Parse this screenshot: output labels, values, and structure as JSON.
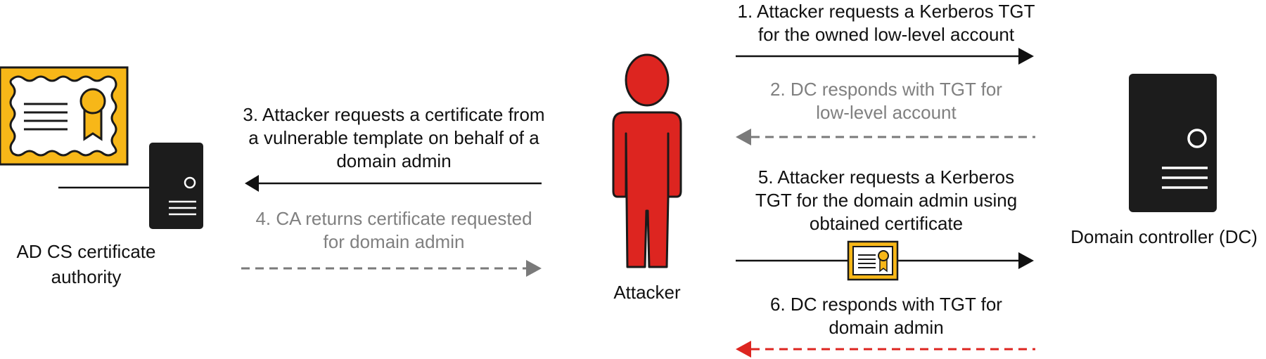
{
  "colors": {
    "dark": "#111111",
    "grey": "#7a7a7a",
    "red": "#dd2520",
    "gold": "#f7b718",
    "server": "#1c1c1c"
  },
  "icons": {
    "ca_certificate": "certificate-icon",
    "ca_server": "server-icon",
    "attacker": "person-icon",
    "dc_server": "server-icon",
    "step5_certificate": "certificate-icon"
  },
  "nodes": {
    "ca_label": [
      "AD CS certificate",
      "authority"
    ],
    "attacker_label": "Attacker",
    "dc_label": "Domain controller (DC)"
  },
  "steps": [
    {
      "id": 1,
      "lines": [
        "1. Attacker requests a Kerberos TGT",
        "for the owned low-level account"
      ],
      "style": "solid",
      "color": "dark",
      "direction": "to-dc"
    },
    {
      "id": 2,
      "lines": [
        "2. DC responds with TGT for",
        "low-level account"
      ],
      "style": "dashed",
      "color": "grey",
      "direction": "to-attacker"
    },
    {
      "id": 3,
      "lines": [
        "3. Attacker requests a certificate from",
        "a vulnerable template on behalf of a",
        "domain admin"
      ],
      "style": "solid",
      "color": "dark",
      "direction": "to-ca"
    },
    {
      "id": 4,
      "lines": [
        "4. CA returns certificate requested",
        "for domain admin"
      ],
      "style": "dashed",
      "color": "grey",
      "direction": "to-attacker"
    },
    {
      "id": 5,
      "lines": [
        "5. Attacker requests a Kerberos",
        "TGT for the domain admin using",
        "obtained certificate"
      ],
      "style": "solid",
      "color": "dark",
      "direction": "to-dc"
    },
    {
      "id": 6,
      "lines": [
        "6. DC responds with TGT for",
        "domain admin"
      ],
      "style": "dashed",
      "color": "red",
      "direction": "to-attacker"
    }
  ]
}
